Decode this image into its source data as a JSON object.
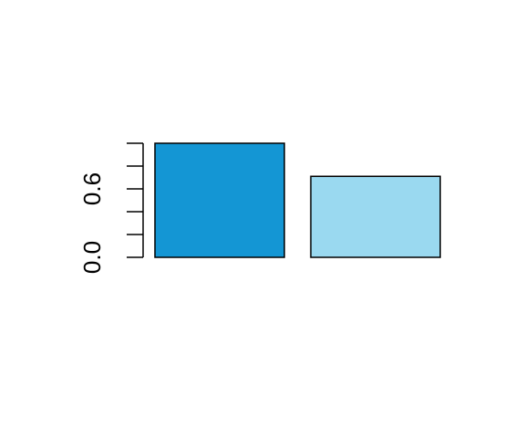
{
  "chart_data": {
    "type": "bar",
    "categories": [
      "",
      ""
    ],
    "values": [
      1.0,
      0.71
    ],
    "colors": [
      "#1496d4",
      "#9ad9f0"
    ],
    "ylim": [
      0,
      1.0
    ],
    "yticks": [
      0,
      0.2,
      0.4,
      0.6,
      0.8,
      1.0
    ],
    "ytick_labels": [
      {
        "value": 0,
        "label": "0.0"
      },
      {
        "value": 0.6,
        "label": "0.6"
      }
    ],
    "grid": false,
    "title": "",
    "xlabel": "",
    "ylabel": ""
  }
}
